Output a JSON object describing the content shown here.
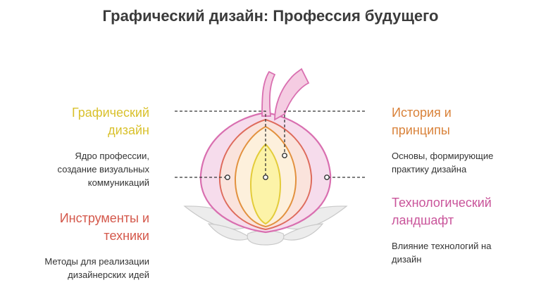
{
  "title": "Графический дизайн: Профессия будущего",
  "blocks": {
    "graphic": {
      "heading_line1": "Графический",
      "heading_line2": "дизайн",
      "desc_line1": "Ядро профессии,",
      "desc_line2": "создание визуальных",
      "desc_line3": "коммуникаций"
    },
    "tools": {
      "heading_line1": "Инструменты и",
      "heading_line2": "техники",
      "desc_line1": "Методы для реализации",
      "desc_line2": "дизайнерских идей"
    },
    "history": {
      "heading_line1": "История и",
      "heading_line2": "принципы",
      "desc_line1": "Основы, формирующие",
      "desc_line2": "практику дизайна"
    },
    "tech": {
      "heading_line1": "Технологический",
      "heading_line2": "ландшафт",
      "desc_line1": "Влияние технологий на",
      "desc_line2": "дизайн"
    }
  },
  "colors": {
    "graphic": "#d9c12d",
    "tools": "#d4584b",
    "history": "#d9823a",
    "tech": "#c9549a"
  }
}
